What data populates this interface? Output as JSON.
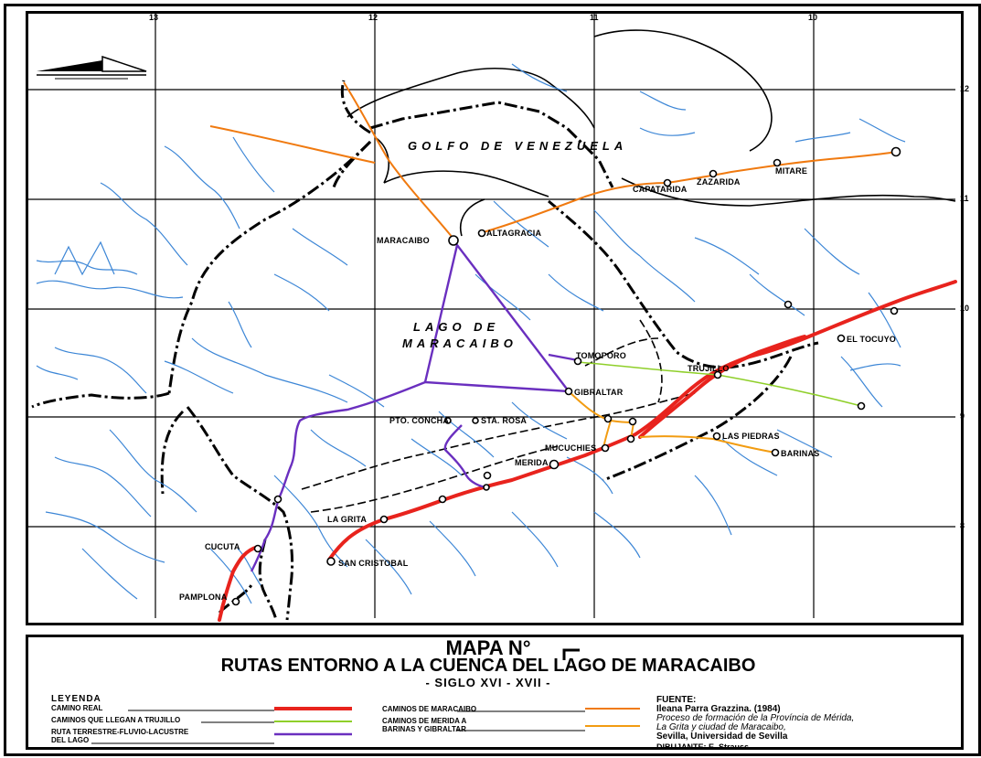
{
  "map": {
    "gulf_label": "GOLFO DE VENEZUELA",
    "lake_label_line1": "LAGO DE",
    "lake_label_line2": "MARACAIBO",
    "lat_ticks": [
      "12",
      "11",
      "10",
      "9",
      "8"
    ],
    "lon_ticks": [
      "13",
      "12",
      "11",
      "10"
    ],
    "places": {
      "maracaibo": "MARACAIBO",
      "altagracia": "ALTAGRACIA",
      "zazarida": "ZAZARIDA",
      "capatarida": "CAPATARIDA",
      "mitare": "MITARE",
      "tomoporo": "TOMOPORO",
      "trujillo": "TRUJILLO",
      "el_tocuyo": "EL TOCUYO",
      "gibraltar": "GIBRALTAR",
      "pto_concha": "PTO. CONCHA",
      "sta_rosa": "STA. ROSA",
      "mucuchies": "MUCUCHIES",
      "merida": "MERIDA",
      "las_piedras": "LAS PIEDRAS",
      "barinas": "BARINAS",
      "la_grita": "LA GRITA",
      "cucuta": "CUCUTA",
      "san_cristobal": "SAN CRISTOBAL",
      "pamplona": "PAMPLONA"
    }
  },
  "legend": {
    "title_line1": "MAPA N°",
    "title_line2": "RUTAS ENTORNO A LA CUENCA DEL LAGO DE MARACAIBO",
    "title_line3": "- SIGLO XVI - XVII -",
    "heading": "LEYENDA",
    "camino_real": "CAMINO REAL",
    "caminos_trujillo": "CAMINOS QUE LLEGAN A TRUJILLO",
    "ruta_line1": "RUTA TERRESTRE-FLUVIO-LACUSTRE",
    "ruta_line2": "DEL LAGO",
    "caminos_maracaibo": "CAMINOS DE MARACAIBO",
    "merida_line1": "CAMINOS DE MERIDA A",
    "merida_line2": "BARINAS Y GIBRALTAR",
    "fuente_label": "FUENTE:",
    "fuente_author": "Ileana Parra Grazzina. (1984)",
    "fuente_title1": "Proceso de formación de la Província de Mérida,",
    "fuente_title2": "La Grita y ciudad de Maracaibo,",
    "fuente_pub": "Sevilla, Universidad de Sevilla",
    "dibujante": "DIBUJANTE:  E. Strauss"
  },
  "colors": {
    "camino_real": "#e8231d",
    "trujillo": "#8fcf2a",
    "lacustre": "#6a2fbf",
    "maracaibo": "#f07a10",
    "merida": "#f29c11",
    "rivers": "#3c86d6",
    "border": "#000000"
  }
}
